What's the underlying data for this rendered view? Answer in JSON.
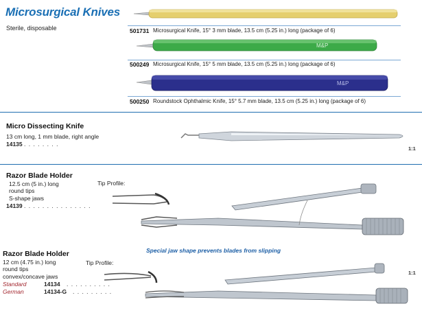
{
  "header": {
    "title": "Microsurgical Knives",
    "subtitle": "Sterile, disposable"
  },
  "micro_knives": [
    {
      "sku": "501731",
      "description": "Microsurgical Knife, 15° 3 mm blade, 13.5 cm (5.25 in.) long (package of 6)",
      "handle_color": "#e5cf6e"
    },
    {
      "sku": "500249",
      "description": "Microsurgical Knife, 15° 5 mm blade, 13.5 cm (5.25 in.) long (package of 6)",
      "handle_color": "#3caa48",
      "brand": "M&P"
    },
    {
      "sku": "500250",
      "description": "Roundstock Ophthalmic Knife, 15° 5.7 mm blade, 13.5 cm (5.25 in.) long (package of 6)",
      "handle_color": "#2b2f8c",
      "brand": "M&P"
    }
  ],
  "dissecting_knife": {
    "title": "Micro Dissecting Knife",
    "spec": "13 cm long, 1 mm blade, right angle",
    "sku": "14135",
    "dots": ". . . . . . . .",
    "scale": "1:1"
  },
  "razor_holder_1": {
    "title": "Razor Blade Holder",
    "lines": [
      "12.5 cm (5 in.) long",
      "round tips",
      "S-shape jaws"
    ],
    "sku": "14139",
    "dots": ". . . . . . . . . . . . . . .",
    "tip_label": "Tip Profile:"
  },
  "note": "Special jaw shape prevents blades from slipping",
  "razor_holder_2": {
    "title": "Razor Blade Holder",
    "lines": [
      "12 cm (4.75 in.) long",
      "round tips",
      "convex/concave jaws"
    ],
    "tip_label": "Tip Profile:",
    "scale": "1:1",
    "variants": [
      {
        "label": "Standard",
        "sku": "14134",
        "dots": ". . . . . . . . . ."
      },
      {
        "label": "German",
        "sku": "14134-G",
        "dots": ". . . . . . . . ."
      }
    ]
  }
}
